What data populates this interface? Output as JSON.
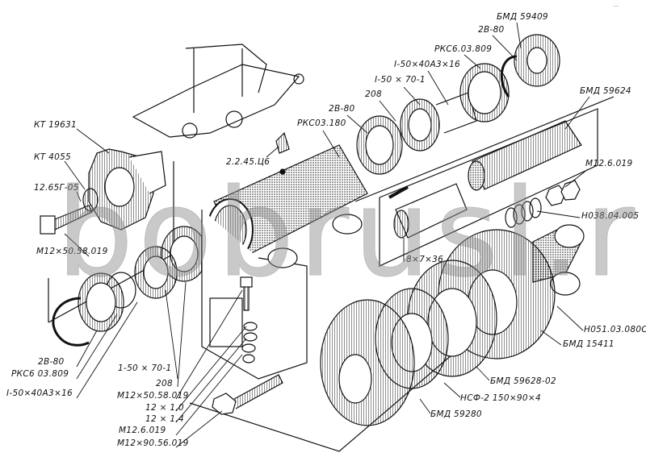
{
  "watermark": "bobrusl.ru",
  "corner_mark": "...",
  "labels": {
    "kt19631": "КТ 19631",
    "kt4055": "КТ 4055",
    "washer_1265": "12.65Г-05",
    "bolt_left": "М12×50.58.019",
    "ring_left": "2В-80",
    "rks6_left": "РКС6 03.809",
    "i50_40_left": "I-50×40А3×16",
    "i50_70_left": "1-50 × 70-1",
    "b208_left": "208",
    "bolt_mid": "М12×50.58.019",
    "washer_10": "12 × 1,0",
    "washer_14": "12 × 1,4",
    "nut_left": "М12.6.019",
    "bolt_long": "М12×90.56.019",
    "grease": "2.2.45.Ц6",
    "rks03": "РКС03.180",
    "ring_top1": "2В-80",
    "b208_top": "208",
    "i50_70_top": "I-50 × 70-1",
    "i50_40_top": "I-50×40А3×16",
    "rks6_top": "РКС6.03.809",
    "ring_top2": "2В-80",
    "bmd59409": "БМД 59409",
    "bmd59624": "БМД 59624",
    "nut_right": "М12.6.019",
    "spring": "Н038.04.005",
    "key": "8×7×36",
    "fork": "Н051.03.080С",
    "bmd15411": "БМД 15411",
    "bmd59628": "БМД 59628-02",
    "nsf": "НСФ-2 150×90×4",
    "bmd59280": "БМД 59280"
  }
}
